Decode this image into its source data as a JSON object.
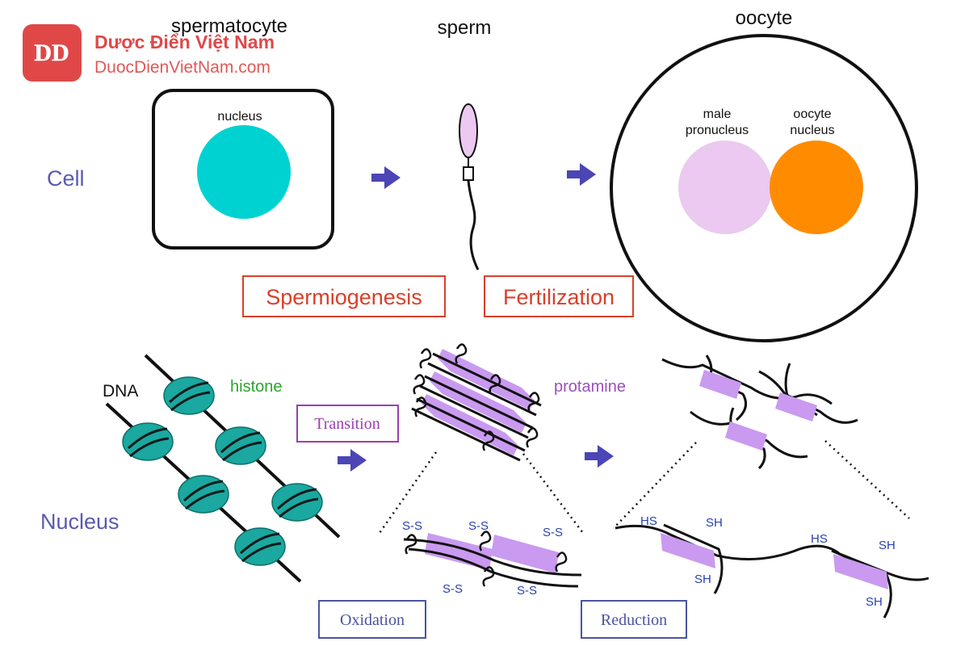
{
  "watermark": {
    "logo": "DD",
    "title": "Dược Điển Việt Nam",
    "url": "DuocDienVietNam.com"
  },
  "cell_row": {
    "row_label": "Cell",
    "spermatocyte": {
      "title": "spermatocyte",
      "nucleus_label": "nucleus"
    },
    "sperm": {
      "title": "sperm"
    },
    "oocyte": {
      "title": "oocyte",
      "male_pronucleus_label": [
        "male",
        "pronucleus"
      ],
      "oocyte_nucleus_label": [
        "oocyte",
        "nucleus"
      ]
    },
    "process_labels": {
      "spermiogenesis": "Spermiogenesis",
      "fertilization": "Fertilization"
    }
  },
  "nucleus_row": {
    "row_label": "Nucleus",
    "dna_label": "DNA",
    "histone_label": "histone",
    "protamine_label": "protamine",
    "transition_label": "Transition",
    "oxidation_label": "Oxidation",
    "reduction_label": "Reduction",
    "ss_label": "S-S",
    "hs_label": "HS",
    "sh_label": "SH"
  },
  "colors": {
    "nucleus_cyan": "#00d2d2",
    "pronucleus_lilac": "#ebc9f0",
    "oocyte_orange": "#ff8c00",
    "protamine_purple": "#c99af0",
    "histone_teal": "#1aa8a0",
    "arrow_blue": "#4b45b5",
    "red_box": "#d9402a",
    "purple_box": "#9a3fb0",
    "blue_box": "#4a54a0",
    "histone_text": "#2aa52a",
    "protamine_text": "#9c4fbf",
    "row_label_blue": "#5a5ab0",
    "bond_blue": "#2a42b0"
  }
}
